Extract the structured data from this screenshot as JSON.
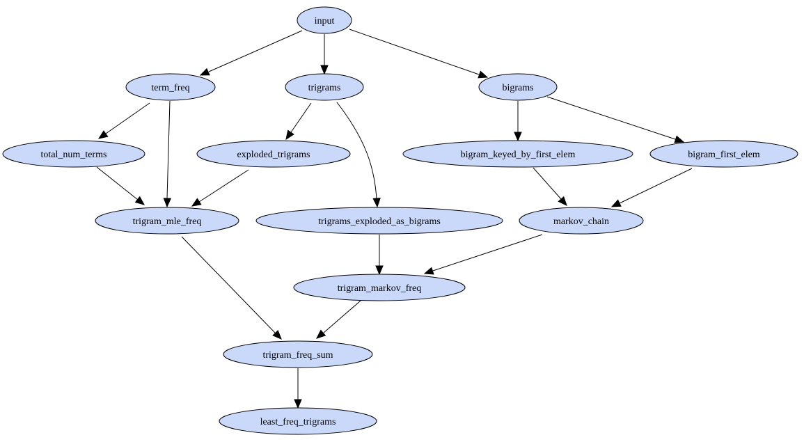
{
  "diagram": {
    "type": "directed-graph",
    "node_fill": "#cad9fa",
    "stroke_color": "#000000",
    "nodes": [
      {
        "id": "input",
        "label": "input"
      },
      {
        "id": "term_freq",
        "label": "term_freq"
      },
      {
        "id": "trigrams",
        "label": "trigrams"
      },
      {
        "id": "bigrams",
        "label": "bigrams"
      },
      {
        "id": "total_num_terms",
        "label": "total_num_terms"
      },
      {
        "id": "exploded_trigrams",
        "label": "exploded_trigrams"
      },
      {
        "id": "bigram_keyed_by_first_elem",
        "label": "bigram_keyed_by_first_elem"
      },
      {
        "id": "bigram_first_elem",
        "label": "bigram_first_elem"
      },
      {
        "id": "trigram_mle_freq",
        "label": "trigram_mle_freq"
      },
      {
        "id": "trigrams_exploded_as_bigrams",
        "label": "trigrams_exploded_as_bigrams"
      },
      {
        "id": "markov_chain",
        "label": "markov_chain"
      },
      {
        "id": "trigram_markov_freq",
        "label": "trigram_markov_freq"
      },
      {
        "id": "trigram_freq_sum",
        "label": "trigram_freq_sum"
      },
      {
        "id": "least_freq_trigrams",
        "label": "least_freq_trigrams"
      }
    ],
    "edges": [
      {
        "from": "input",
        "to": "term_freq"
      },
      {
        "from": "input",
        "to": "trigrams"
      },
      {
        "from": "input",
        "to": "bigrams"
      },
      {
        "from": "term_freq",
        "to": "total_num_terms"
      },
      {
        "from": "term_freq",
        "to": "trigram_mle_freq"
      },
      {
        "from": "total_num_terms",
        "to": "trigram_mle_freq"
      },
      {
        "from": "trigrams",
        "to": "exploded_trigrams"
      },
      {
        "from": "trigrams",
        "to": "trigrams_exploded_as_bigrams"
      },
      {
        "from": "exploded_trigrams",
        "to": "trigram_mle_freq"
      },
      {
        "from": "bigrams",
        "to": "bigram_keyed_by_first_elem"
      },
      {
        "from": "bigrams",
        "to": "bigram_first_elem"
      },
      {
        "from": "bigram_keyed_by_first_elem",
        "to": "markov_chain"
      },
      {
        "from": "bigram_first_elem",
        "to": "markov_chain"
      },
      {
        "from": "trigrams_exploded_as_bigrams",
        "to": "trigram_markov_freq"
      },
      {
        "from": "markov_chain",
        "to": "trigram_markov_freq"
      },
      {
        "from": "trigram_mle_freq",
        "to": "trigram_freq_sum"
      },
      {
        "from": "trigram_markov_freq",
        "to": "trigram_freq_sum"
      },
      {
        "from": "trigram_freq_sum",
        "to": "least_freq_trigrams"
      }
    ]
  }
}
